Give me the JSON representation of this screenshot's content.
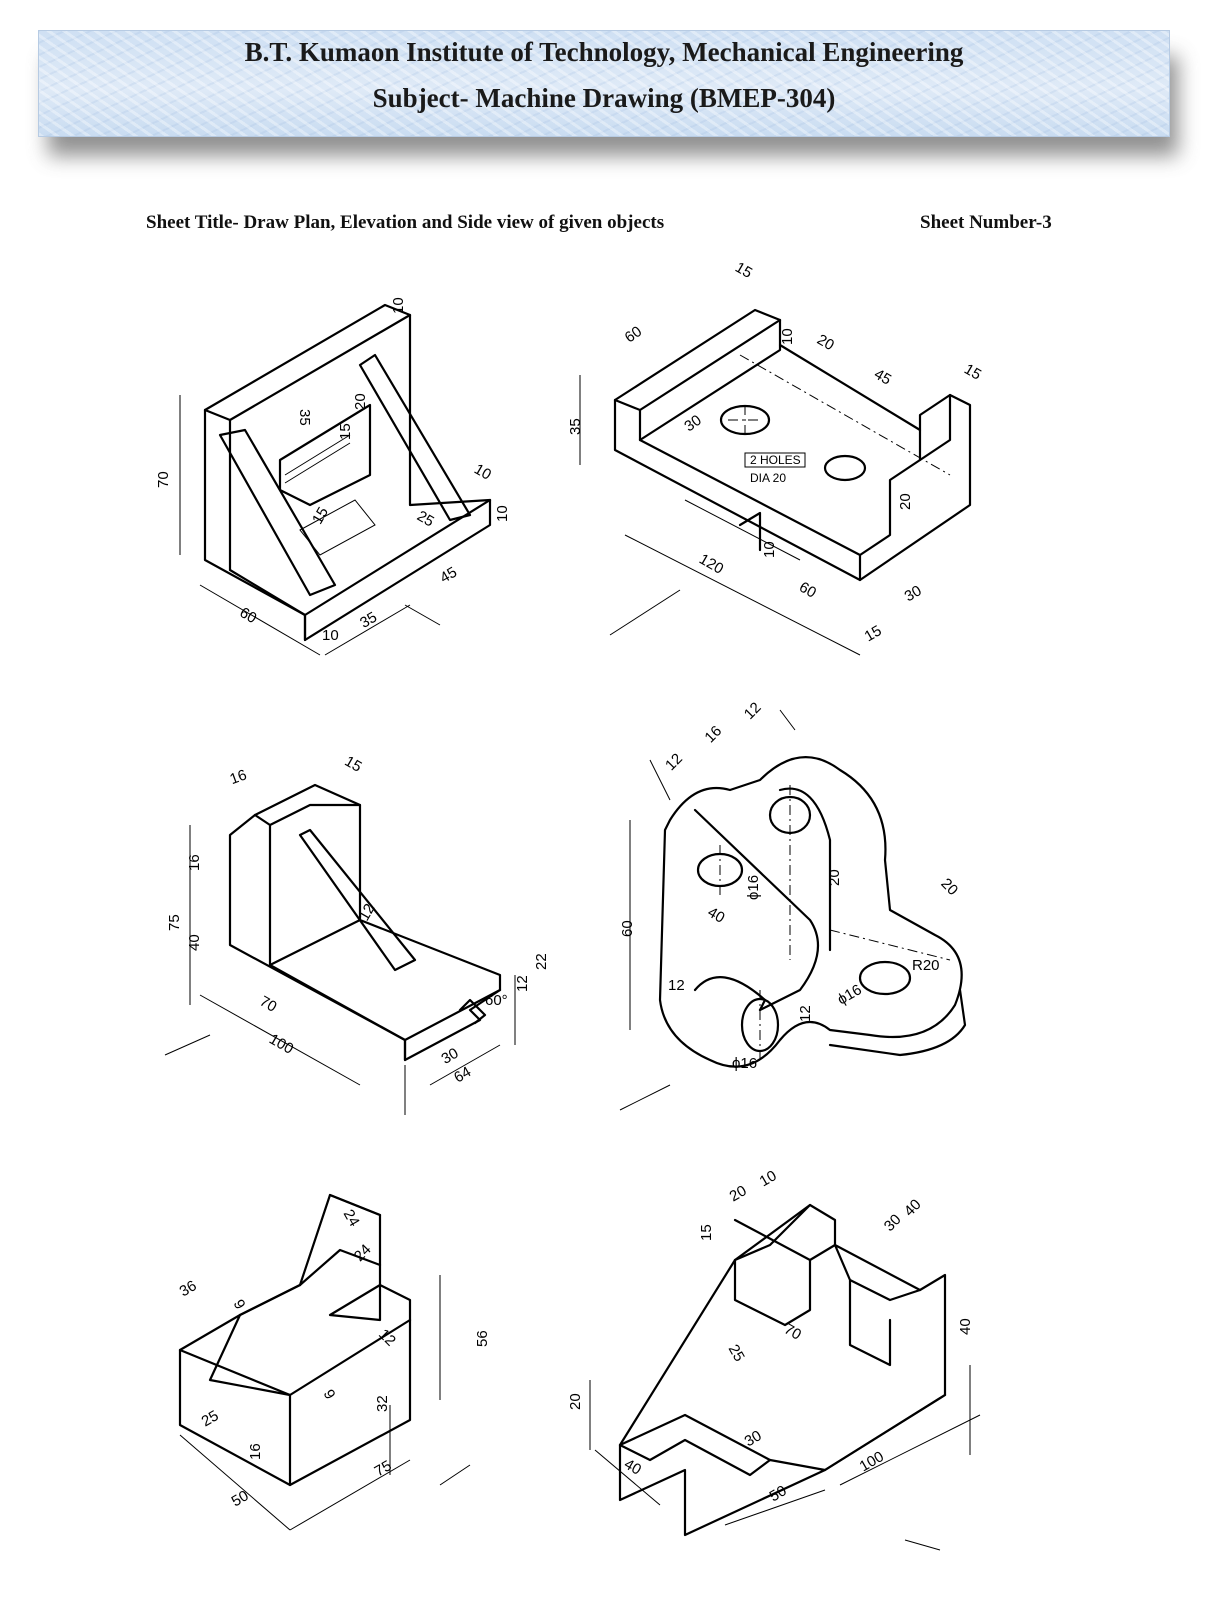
{
  "header": {
    "title": "B.T. Kumaon Institute of Technology, Mechanical Engineering",
    "subtitle": "Subject- Machine Drawing (BMEP-304)"
  },
  "sheet": {
    "title": "Sheet Title- Draw Plan, Elevation and Side view of given objects",
    "number": "Sheet Number-3"
  },
  "figures": {
    "fig1": {
      "dims": [
        "70",
        "60",
        "10",
        "35",
        "45",
        "10",
        "10",
        "10",
        "35",
        "20",
        "15",
        "15",
        "25"
      ]
    },
    "fig2": {
      "dims": [
        "60",
        "15",
        "10",
        "20",
        "45",
        "15",
        "35",
        "30",
        "120",
        "60",
        "10",
        "15",
        "30",
        "20"
      ],
      "note": [
        "2 HOLES",
        "DIA 20"
      ]
    },
    "fig3": {
      "dims": [
        "16",
        "15",
        "16",
        "75",
        "40",
        "12",
        "70",
        "100",
        "30",
        "64",
        "12",
        "22",
        "60°"
      ]
    },
    "fig4": {
      "dims": [
        "12",
        "16",
        "12",
        "60",
        "40",
        "ϕ16",
        "20",
        "20",
        "R20",
        "ϕ16",
        "12",
        "ϕ16",
        "12"
      ]
    },
    "fig5": {
      "dims": [
        "24",
        "24",
        "36",
        "9",
        "9",
        "12",
        "56",
        "32",
        "25",
        "16",
        "50",
        "75"
      ]
    },
    "fig6": {
      "dims": [
        "20",
        "10",
        "15",
        "40",
        "30",
        "70",
        "40",
        "25",
        "30",
        "20",
        "40",
        "50",
        "100"
      ]
    }
  }
}
